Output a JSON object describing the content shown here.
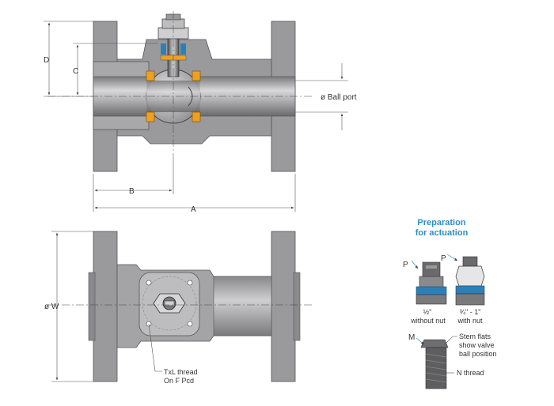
{
  "dimensions": {
    "d": "D",
    "c": "C",
    "b": "B",
    "a": "A",
    "w": "ø W",
    "ball_port": "ø Ball port"
  },
  "thread_note": {
    "line1": "TxL thread",
    "line2": "On F Pcd"
  },
  "actuation": {
    "heading_line1": "Preparation",
    "heading_line2": "for actuation",
    "p_left": "P",
    "p_right": "P",
    "left_size": "½\"",
    "left_desc": "without nut",
    "right_size": "¾\" - 1\"",
    "right_desc": "with nut",
    "m_label": "M",
    "stem_note_line1": "Stem flats",
    "stem_note_line2": "show valve",
    "stem_note_line3": "ball position",
    "n_thread": "N thread"
  },
  "colors": {
    "body": "#9a9a9c",
    "body_dark": "#6e6e70",
    "body_light": "#c4c4c6",
    "seat": "#f0a020",
    "seal_blue": "#2d7fb8",
    "dim_line": "#555555",
    "accent": "#2a8fc7"
  }
}
